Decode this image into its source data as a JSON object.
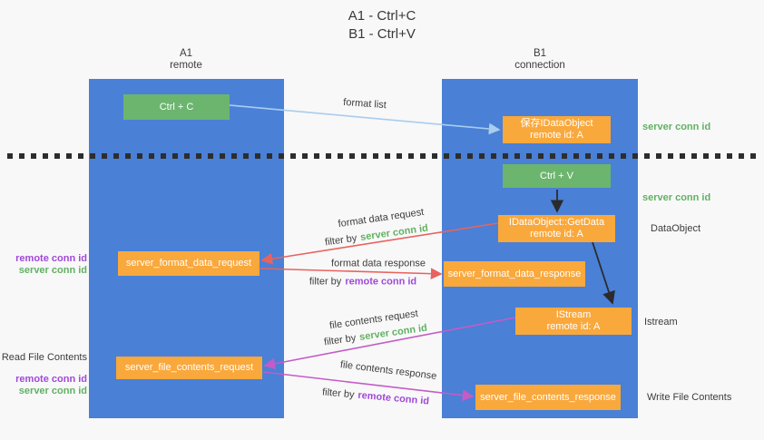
{
  "title": {
    "line1": "A1 - Ctrl+C",
    "line2": "B1 - Ctrl+V"
  },
  "columns": {
    "a": {
      "name": "A1",
      "subtitle": "remote"
    },
    "b": {
      "name": "B1",
      "subtitle": "connection"
    }
  },
  "nodes": {
    "ctrl_c": {
      "label": "Ctrl + C"
    },
    "ctrl_v": {
      "label": "Ctrl + V"
    },
    "save_idataobject": {
      "line1": "保存IDataObject",
      "line2": "remote id: A"
    },
    "getdata": {
      "line1": "IDataObject::GetData",
      "line2": "remote id: A"
    },
    "istream": {
      "line1": "IStream",
      "line2": "remote id: A"
    },
    "server_format_data_request": {
      "label": "server_format_data_request"
    },
    "server_format_data_response": {
      "label": "server_format_data_response"
    },
    "server_file_contents_request": {
      "label": "server_file_contents_request"
    },
    "server_file_contents_response": {
      "label": "server_file_contents_response"
    }
  },
  "arrow_labels": {
    "format_list": "format list",
    "format_data_request": "format data request",
    "format_data_response": "format data response",
    "file_contents_request": "file contents request",
    "file_contents_response": "file contents response",
    "filter_by": "filter by",
    "server_conn_id": "server conn id",
    "remote_conn_id": "remote conn id"
  },
  "side_labels": {
    "read_file_contents": "Read File Contents",
    "write_file_contents": "Write File Contents",
    "dataobject": "DataObject",
    "istream": "Istream",
    "server_conn_id": "server conn id",
    "remote_conn_id": "remote conn id"
  },
  "colors": {
    "column_blue": "#4a80d6",
    "node_green": "#6cb56e",
    "node_orange": "#f9a83c",
    "arrow_blue": "#a9cdee",
    "arrow_red": "#e8635e",
    "arrow_magenta": "#c55bc7",
    "arrow_black": "#2b2b2b",
    "text_green": "#62b162",
    "text_purple": "#a049d8",
    "text_dark": "#3c3c3c"
  }
}
